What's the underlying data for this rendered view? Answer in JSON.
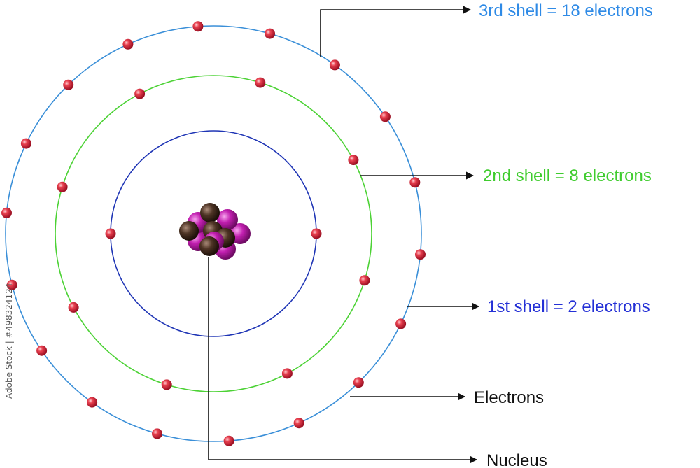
{
  "labels": {
    "shell3": "3rd shell = 18 electrons",
    "shell2": "2nd shell = 8 electrons",
    "shell1": "1st shell = 2 electrons",
    "electrons": "Electrons",
    "nucleus": "Nucleus"
  },
  "shells": [
    {
      "electrons": 2,
      "color": "#1f35b5"
    },
    {
      "electrons": 8,
      "color": "#4cd235"
    },
    {
      "electrons": 18,
      "color": "#3a8fd8"
    }
  ],
  "nucleus": {
    "protons": 6,
    "neutrons": 6
  },
  "colors": {
    "shell3_label": "#2e8ae6",
    "shell2_label": "#3fcc2e",
    "shell1_label": "#2430d6",
    "text": "#111111",
    "electron": "#d4253a",
    "proton": "#b5199f",
    "neutron": "#4a2f1e"
  },
  "watermark": "Adobe Stock | #498324124"
}
